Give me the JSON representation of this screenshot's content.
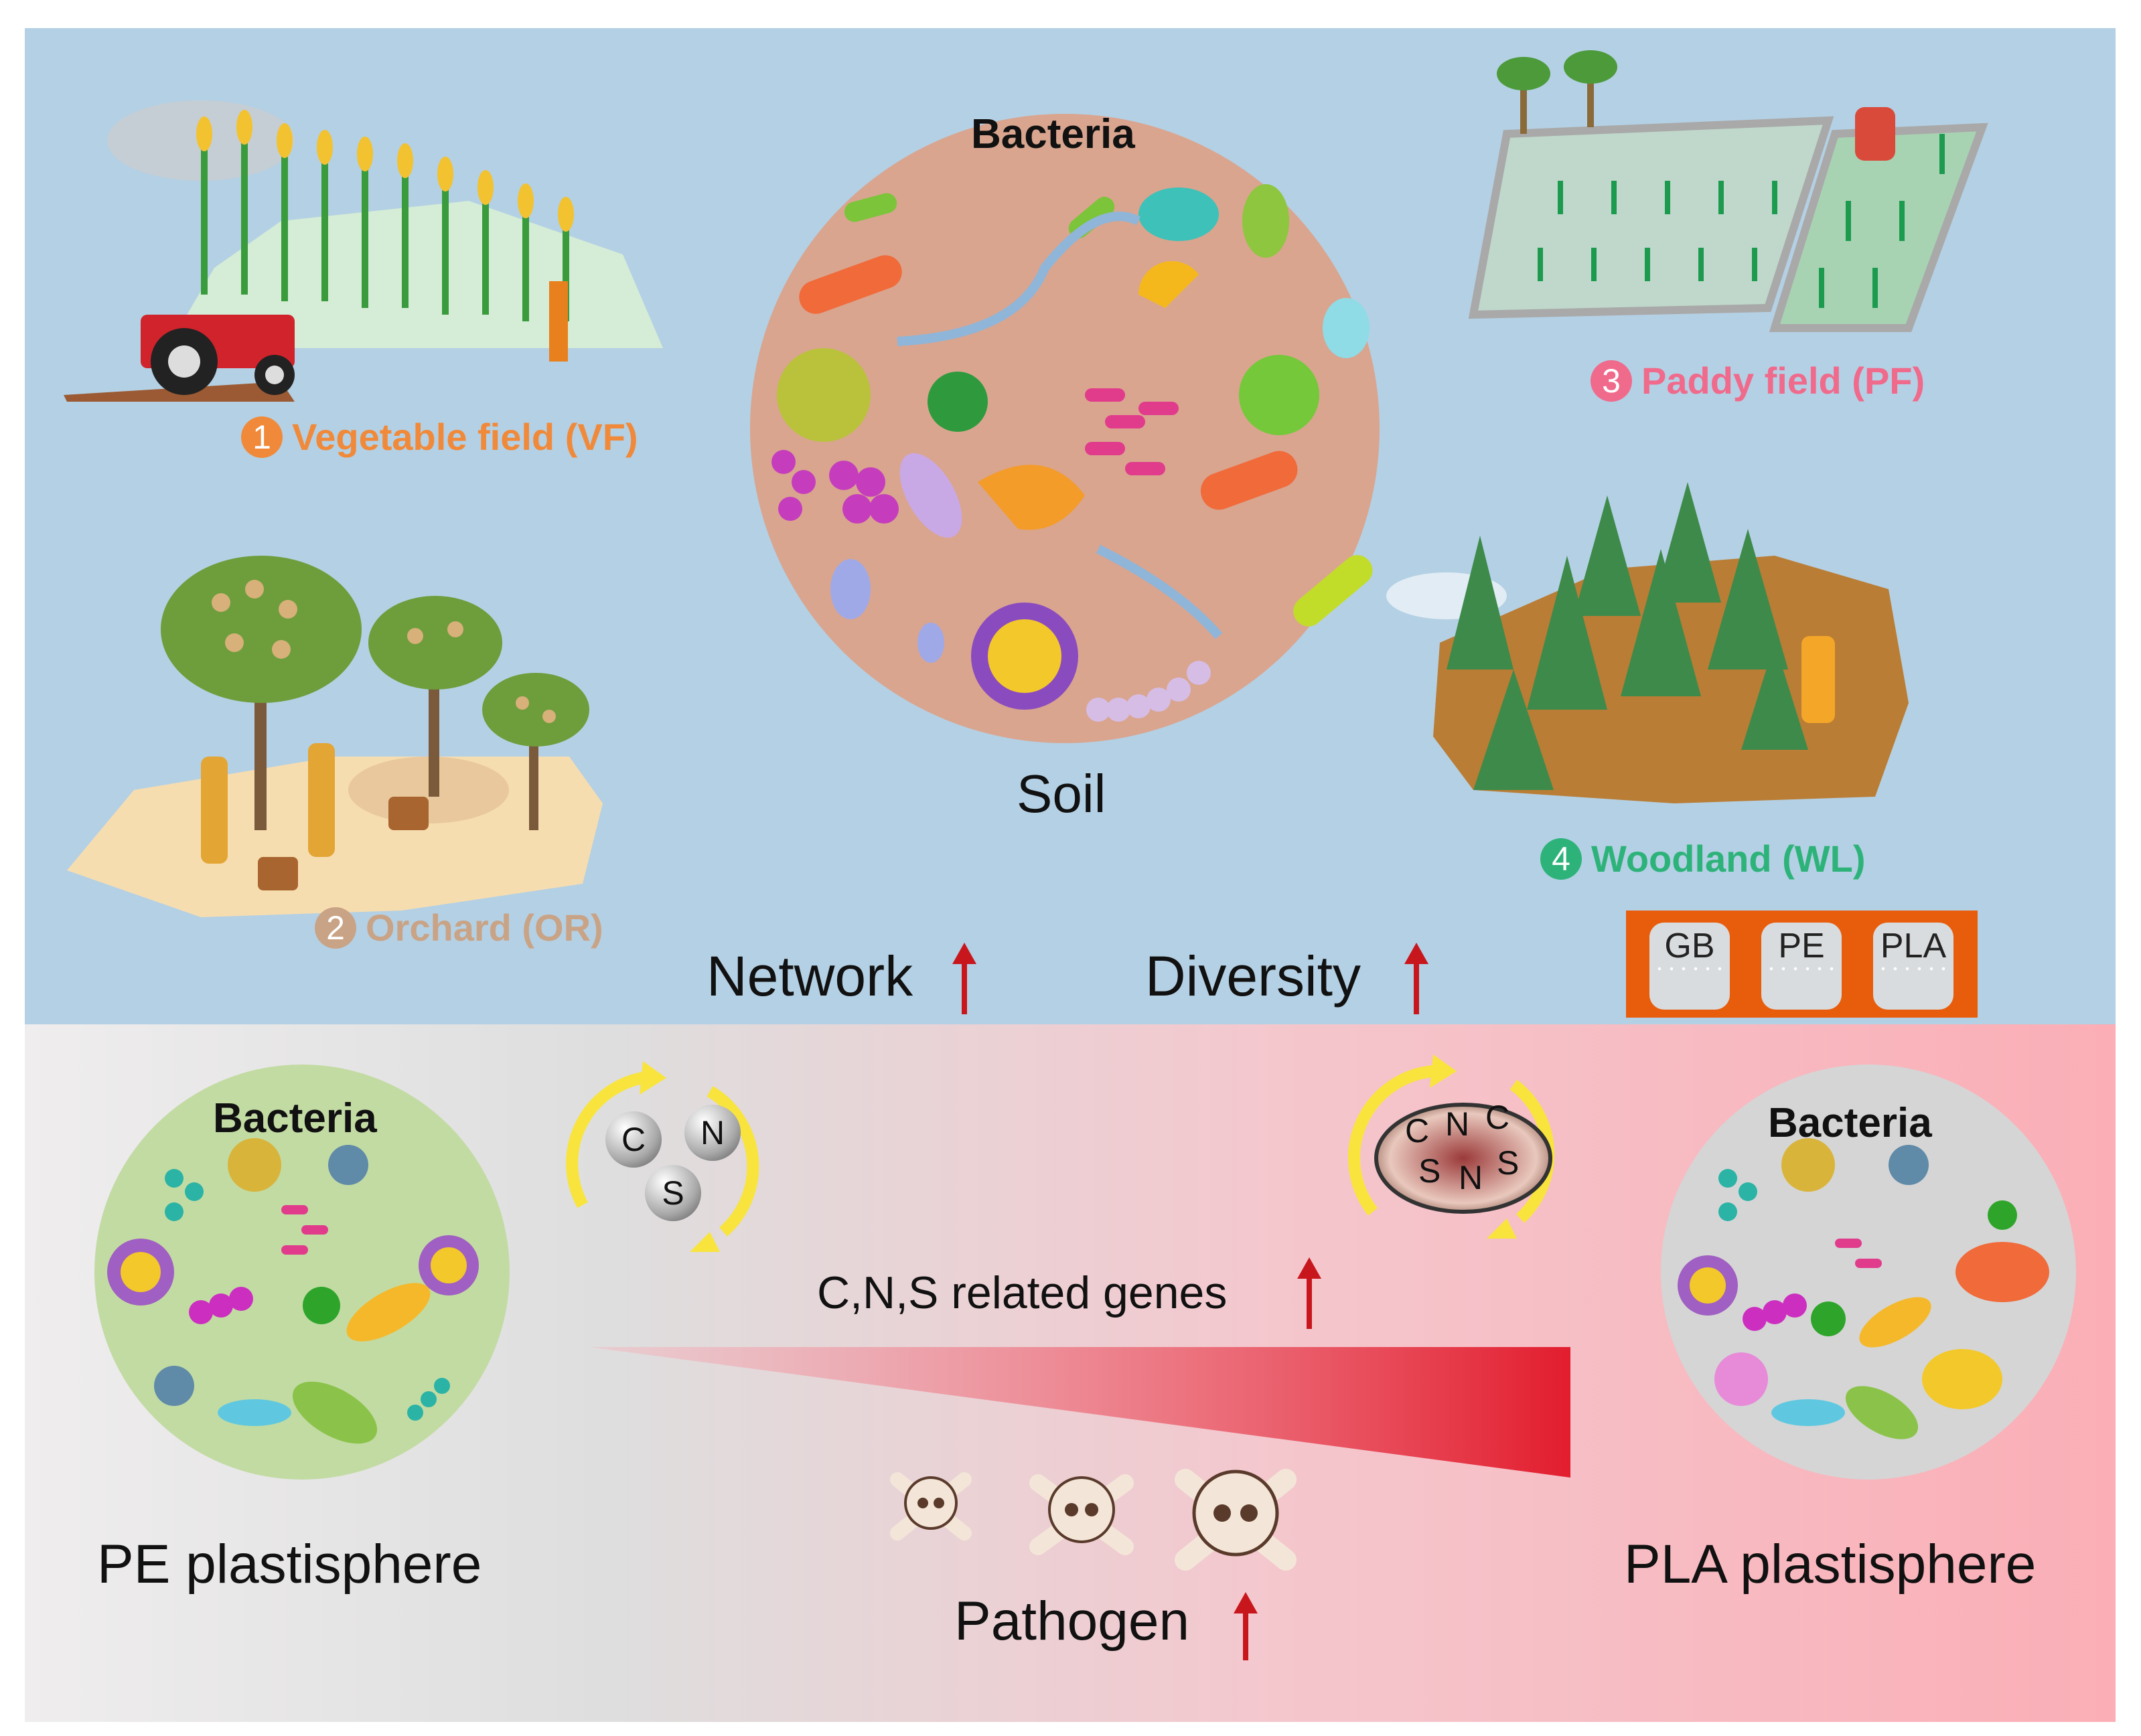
{
  "sites": [
    {
      "num": "1",
      "label": "Vegetable field (VF)",
      "color": "#f08a3a"
    },
    {
      "num": "2",
      "label": "Orchard (OR)",
      "color": "#c9a385"
    },
    {
      "num": "3",
      "label": "Paddy field (PF)",
      "color": "#f06a8c"
    },
    {
      "num": "4",
      "label": "Woodland (WL)",
      "color": "#2db37a"
    }
  ],
  "soil": {
    "bacteria_label": "Bacteria",
    "label": "Soil"
  },
  "metrics": {
    "network": "Network",
    "diversity": "Diversity",
    "increase_symbol": "↑"
  },
  "materials": [
    "GB",
    "PE",
    "PLA"
  ],
  "cycles": {
    "left": [
      "C",
      "N",
      "S"
    ],
    "right": [
      "C",
      "N",
      "C",
      "S",
      "N",
      "S"
    ]
  },
  "genes_label": "C,N,S related genes",
  "pathogen_label": "Pathogen",
  "pe": {
    "bacteria_label": "Bacteria",
    "label": "PE plastisphere"
  },
  "pla": {
    "bacteria_label": "Bacteria",
    "label": "PLA plastisphere"
  },
  "colors": {
    "top_bg": "#b4d0e4",
    "soil_circle": "#d9a58f",
    "pe_circle": "#c2dba3",
    "pla_circle": "#d5d5d5",
    "arrow_red": "#c8161d",
    "wedge_red": "#e21d2e",
    "materials_box": "#e85d0c",
    "cycle_yellow": "#f8e43d"
  }
}
